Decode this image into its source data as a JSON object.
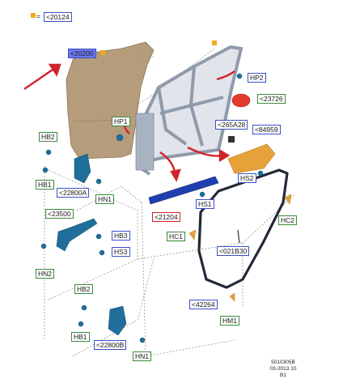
{
  "top_ref": {
    "marker": "=",
    "label": "<20124"
  },
  "labels": {
    "door_panel": "<20200",
    "hp2": "HP2",
    "hp1": "HP1",
    "cap": "<23726",
    "bracket_265": "<265A28",
    "seal_84959": "<84959",
    "hb2_top": "HB2",
    "hb1_top": "HB1",
    "hinge_a": "<22800A",
    "hn1_top": "HN1",
    "check_23500": "<23500",
    "hn2": "HN2",
    "hb3": "HB3",
    "hs3": "HS3",
    "hs2": "HS2",
    "hs1": "HS1",
    "strip_21204": "<21204",
    "hc2": "HC2",
    "hc1": "HC1",
    "seal_021b30": "<021B30",
    "seal_42264": "<42264",
    "hm1": "HM1",
    "hb2_bot": "HB2",
    "hb1_bot": "HB1",
    "hinge_b": "<22800B",
    "hn1_bot": "HN1"
  },
  "footer": {
    "line1": "5010305B",
    "line2": "03-2013 10",
    "line3": "B1"
  },
  "colors": {
    "door": "#b59d7c",
    "frame": "#a9b3c2",
    "hardware": "#1f6f9a",
    "foam": "#e8a23a",
    "weatherstrip": "#222a36",
    "arrow": "#d0242a",
    "label_blue": "#3b50c8",
    "label_green": "#3a8a3a",
    "selected": "#6b78f0",
    "marker": "#f2a81d"
  }
}
